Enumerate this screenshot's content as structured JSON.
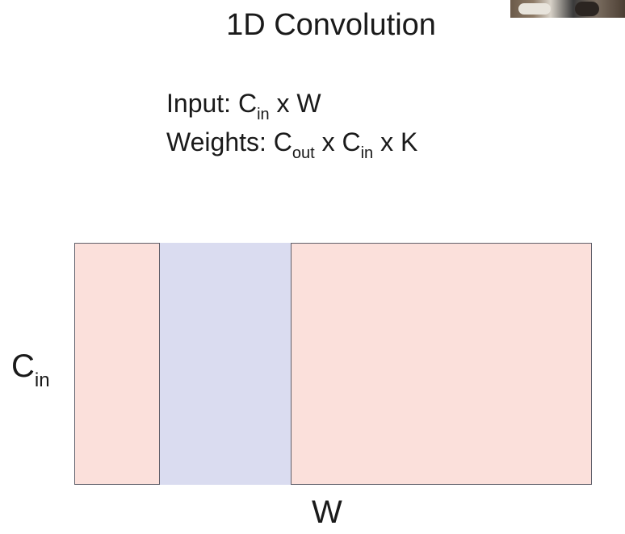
{
  "title": "1D Convolution",
  "input_line": {
    "label": "Input: ",
    "c": "C",
    "c_sub": "in",
    "rest": " x W"
  },
  "weights_line": {
    "label": "Weights: ",
    "c1": "C",
    "c1_sub": "out",
    "mid": " x ",
    "c2": "C",
    "c2_sub": "in",
    "rest": " x K"
  },
  "diagram": {
    "height_label": {
      "c": "C",
      "sub": "in"
    },
    "width_label": "W",
    "colors": {
      "input_fill": "#fbe0db",
      "kernel_fill": "#dadcf0",
      "border": "#5f5f6a"
    }
  }
}
